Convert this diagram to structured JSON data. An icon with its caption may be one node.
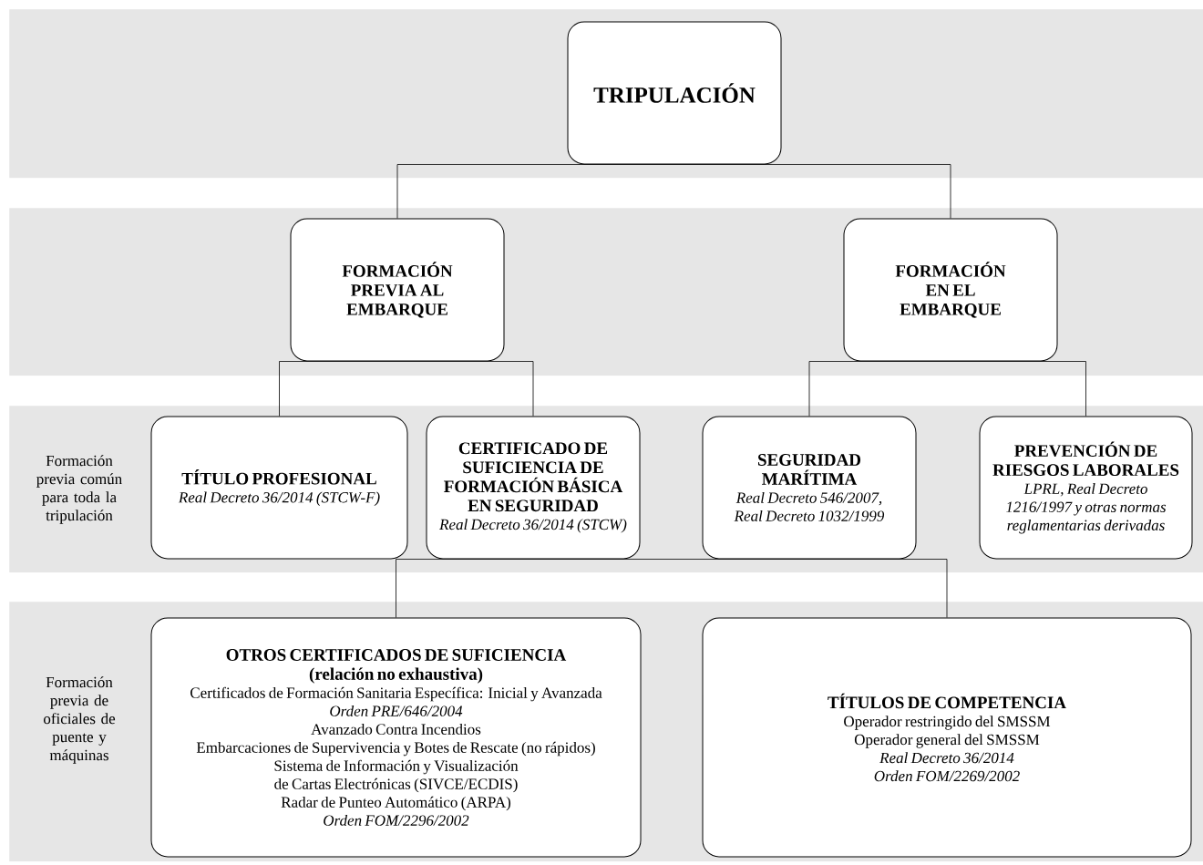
{
  "diagram": {
    "nodes": [
      {
        "text": [],
        "shape": "band"
      },
      {
        "text": [
          "TRIPULACIÓN"
        ],
        "in": 0
      },
      {
        "text": [],
        "shape": "band"
      },
      {
        "text": [
          "FORMACIÓN PREVIA AL EMBARQUE"
        ],
        "in": 2
      },
      {
        "text": [
          "FORMACIÓN EN EL EMBARQUE"
        ],
        "in": 2
      },
      {
        "text": [
          "Formación previa común para toda la tripulación"
        ]
      },
      {
        "text": [
          "TÍTULO PROFESIONAL",
          "Real Decreto 36/2014 (STCW-F)"
        ],
        "in": 5
      },
      {
        "text": [
          "CERTIFICADO DE SUFICIENCIA DE FORMACIÓN BÁSICA EN SEGURIDAD",
          "Real Decreto 36/2014 (STCW)"
        ],
        "in": 5
      },
      {
        "text": [
          "SEGURIDAD MARÍTIMA",
          "Real Decreto 546/2007, Real Decreto 1032/1999"
        ],
        "in": 5
      },
      {
        "text": [
          "PREVENCIÓN DE RIESGOS LABORALES",
          "LPRL, Real Decreto 1216/1997 y otras normas reglamentarias derivadas"
        ],
        "in": 5
      },
      {
        "text": [
          "Formación previa de oficiales de puente y máquinas"
        ]
      },
      {
        "text": [
          "OTROS CERTIFICADOS DE SUFICIENCIA",
          "(relación no exhaustiva)",
          "Certificados de Formación Sanitaria Específica: Inicial y Avanzada",
          "Orden PRE/646/2004",
          "Avanzado Contra Incendios",
          "Embarcaciones de Supervivencia y Botes de Rescate (no rápidos)",
          "Sistema de Información y Visualización de Cartas Electrónicas (SIVCE/ECDIS)",
          "Radar de Punteo Automático (ARPA)",
          "Orden FOM/2296/2002"
        ],
        "in": 10
      },
      {
        "text": [
          "TÍTULOS DE COMPETENCIA",
          "Operador restringido del SMSSM",
          "Operador general del SMSSM",
          "Real Decreto 36/2014",
          "Orden FOM/2269/2002"
        ],
        "in": 10
      }
    ],
    "edges": [
      {
        "from": 1,
        "to": 3,
        "arrow": "none"
      },
      {
        "from": 1,
        "to": 4,
        "arrow": "none"
      },
      {
        "from": 3,
        "to": 6,
        "arrow": "none"
      },
      {
        "from": 3,
        "to": 7,
        "arrow": "none"
      },
      {
        "from": 4,
        "to": 8,
        "arrow": "none"
      },
      {
        "from": 4,
        "to": 9,
        "arrow": "none"
      },
      {
        "from": 7,
        "to": 11,
        "arrow": "none"
      },
      {
        "from": 7,
        "to": 12,
        "arrow": "none"
      }
    ]
  }
}
